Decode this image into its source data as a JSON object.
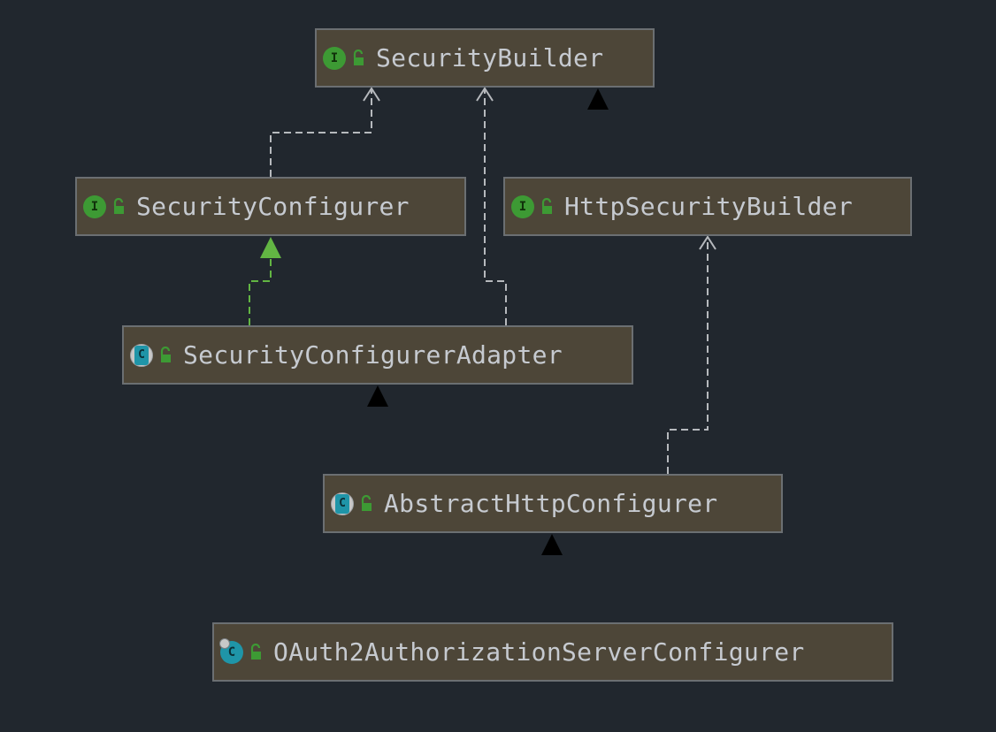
{
  "diagram": {
    "title": "",
    "nodes": [
      {
        "id": "security-builder",
        "label": "SecurityBuilder",
        "kind": "interface",
        "icon": "interface-icon",
        "icon_glyph": "I"
      },
      {
        "id": "security-configurer",
        "label": "SecurityConfigurer",
        "kind": "interface",
        "icon": "interface-icon",
        "icon_glyph": "I"
      },
      {
        "id": "http-security-builder",
        "label": "HttpSecurityBuilder",
        "kind": "interface",
        "icon": "interface-icon",
        "icon_glyph": "I"
      },
      {
        "id": "security-configurer-adapter",
        "label": "SecurityConfigurerAdapter",
        "kind": "abstract-class",
        "icon": "abstract-class-icon",
        "icon_glyph": "C"
      },
      {
        "id": "abstract-http-configurer",
        "label": "AbstractHttpConfigurer",
        "kind": "abstract-class",
        "icon": "abstract-class-icon",
        "icon_glyph": "C"
      },
      {
        "id": "oauth2-authorization-server-configurer",
        "label": "OAuth2AuthorizationServerConfigurer",
        "kind": "final-class",
        "icon": "final-class-icon",
        "icon_glyph": "C"
      }
    ],
    "edges": [
      {
        "from": "security-configurer",
        "to": "security-builder",
        "type": "dependency"
      },
      {
        "from": "security-configurer-adapter",
        "to": "security-builder",
        "type": "dependency"
      },
      {
        "from": "http-security-builder",
        "to": "security-builder",
        "type": "interface-extends"
      },
      {
        "from": "security-configurer-adapter",
        "to": "security-configurer",
        "type": "implements"
      },
      {
        "from": "abstract-http-configurer",
        "to": "security-configurer-adapter",
        "type": "class-extends"
      },
      {
        "from": "abstract-http-configurer",
        "to": "http-security-builder",
        "type": "dependency"
      },
      {
        "from": "oauth2-authorization-server-configurer",
        "to": "abstract-http-configurer",
        "type": "class-extends"
      }
    ],
    "colors": {
      "background": "#21272e",
      "node_fill": "#4d4638",
      "node_border": "#6b6f72",
      "label_text": "#c6cad0",
      "interface_extends": "#62b543",
      "implements": "#62b543",
      "class_extends": "#14b4e8",
      "dependency": "#b6b9bd",
      "lock": "#3d9a34"
    }
  }
}
